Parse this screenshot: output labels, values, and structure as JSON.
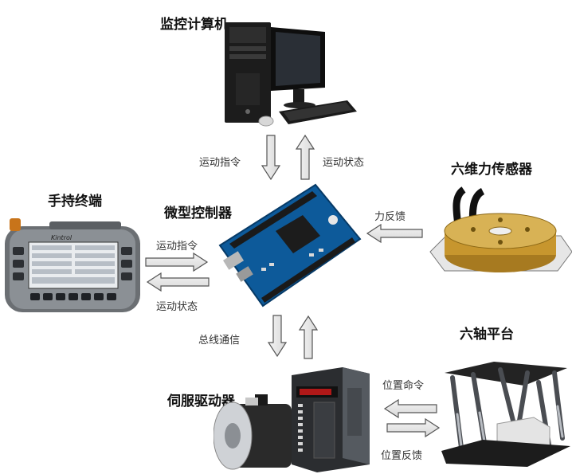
{
  "nodes": {
    "monitor_pc": "监控计算机",
    "handheld": "手持终端",
    "controller": "微型控制器",
    "force_sensor": "六维力传感器",
    "servo_driver": "伺服驱动器",
    "hexapod": "六轴平台"
  },
  "edges": {
    "pc_down": "运动指令",
    "pc_up": "运动状态",
    "hand_to_ctrl": "运动指令",
    "ctrl_to_hand": "运动状态",
    "sensor_to_ctrl": "力反馈",
    "bus": "总线通信",
    "pos_cmd": "位置命令",
    "pos_fb": "位置反馈"
  },
  "device_text": {
    "handheld_brand": "Kintrol"
  }
}
